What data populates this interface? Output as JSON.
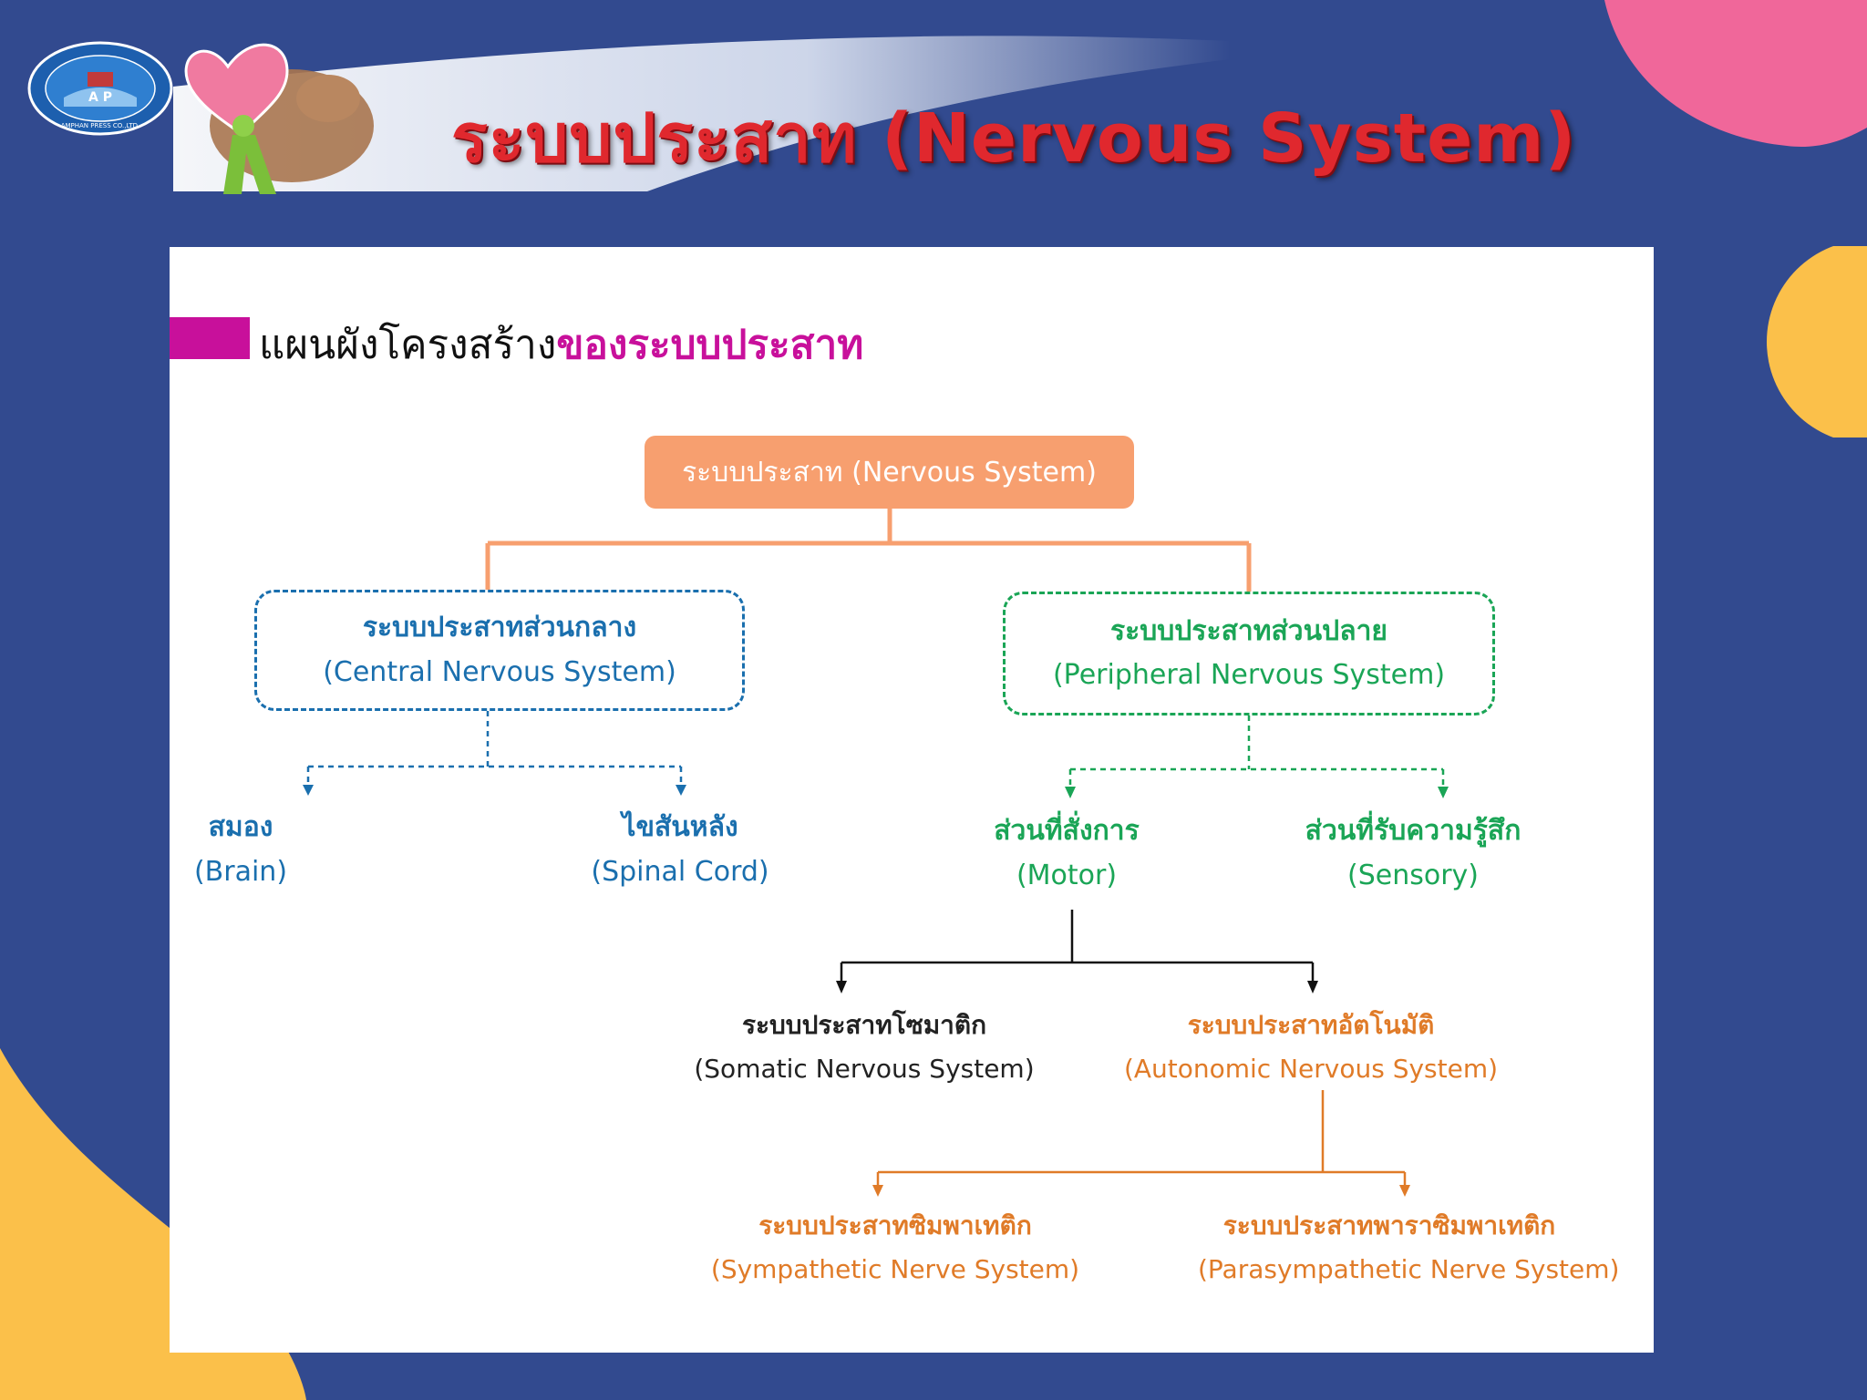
{
  "header": {
    "title": "ระบบประสาท (Nervous System)",
    "logo_text": "AMPHAN PRESS CO.,LTD."
  },
  "section": {
    "heading_plain": "แผนผังโครงสร้าง",
    "heading_accent": "ของระบบประสาท"
  },
  "diagram": {
    "root": "ระบบประสาท (Nervous System)",
    "cns": {
      "th": "ระบบประสาทส่วนกลาง",
      "en": "(Central Nervous System)"
    },
    "pns": {
      "th": "ระบบประสาทส่วนปลาย",
      "en": "(Peripheral Nervous System)"
    },
    "brain": {
      "th": "สมอง",
      "en": "(Brain)"
    },
    "spinal_cord": {
      "th": "ไขสันหลัง",
      "en": "(Spinal Cord)"
    },
    "motor": {
      "th": "ส่วนที่สั่งการ",
      "en": "(Motor)"
    },
    "sensory": {
      "th": "ส่วนที่รับความรู้สึก",
      "en": "(Sensory)"
    },
    "somatic": {
      "th": "ระบบประสาทโซมาติก",
      "en": "(Somatic Nervous System)"
    },
    "autonomic": {
      "th": "ระบบประสาทอัตโนมัติ",
      "en": "(Autonomic Nervous System)"
    },
    "sympathetic": {
      "th": "ระบบประสาทซิมพาเทติก",
      "en": "(Sympathetic Nerve System)"
    },
    "parasympathetic": {
      "th": "ระบบประสาทพาราซิมพาเทติก",
      "en": "(Parasympathetic Nerve System)"
    }
  },
  "colors": {
    "background": "#324a8f",
    "title_red": "#e0282e",
    "accent_magenta": "#c8109b",
    "root_orange": "#f79f6f",
    "cns_blue": "#1a6fae",
    "pns_green": "#1aa556",
    "autonomic_orange": "#e07b28",
    "blob_pink": "#f0679a",
    "blob_yellow": "#fbc04a"
  }
}
